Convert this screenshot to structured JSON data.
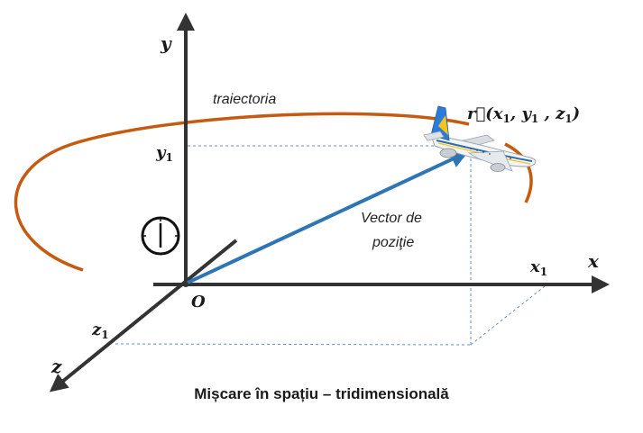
{
  "labels": {
    "y_axis": "y",
    "x_axis": "x",
    "z_axis": "z",
    "origin": "O",
    "y1": "y",
    "y1_sub": "1",
    "x1": "x",
    "x1_sub": "1",
    "z1": "z",
    "z1_sub": "1",
    "trajectory": "traiectoria",
    "position_vector_line1": "Vector de",
    "position_vector_line2": "poziţie",
    "r_vec": "r⃗(x",
    "r_sub1": "1",
    "r_mid1": ", y",
    "r_sub2": "1",
    "r_mid2": " , z",
    "r_sub3": "1",
    "r_end": ")"
  },
  "caption": "Mișcare în spațiu – tridimensională",
  "icons": {
    "clock": "clock-icon",
    "airplane": "airplane-icon"
  },
  "colors": {
    "axis": "#333333",
    "trajectory": "#c55a11",
    "vector": "#2e75b6",
    "dashed": "#6b8fbf"
  }
}
